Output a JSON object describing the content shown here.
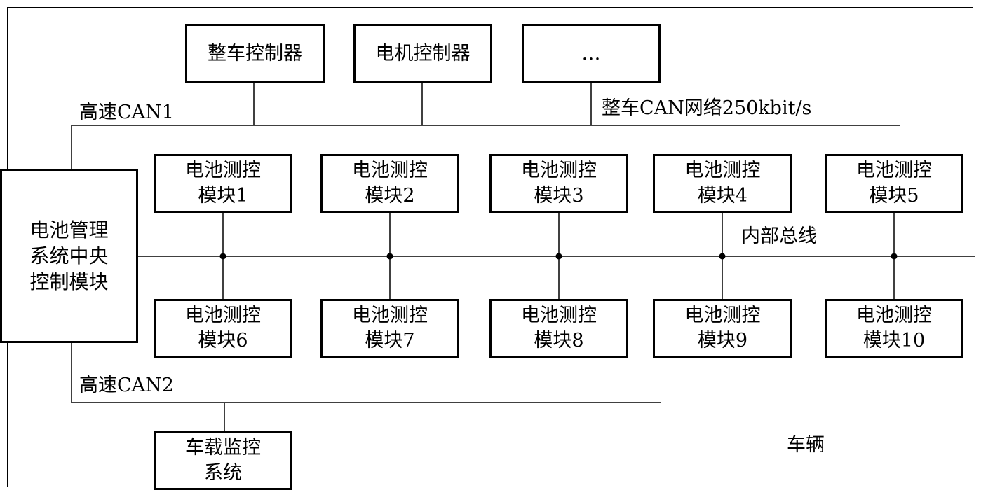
{
  "top_nodes": [
    {
      "label": "整车控制器"
    },
    {
      "label": "电机控制器"
    },
    {
      "label": "…"
    }
  ],
  "bms_central": {
    "lines": [
      "电池管理",
      "系统中央",
      "控制模块"
    ]
  },
  "modules_top": [
    {
      "line1": "电池测控",
      "line2": "模块1"
    },
    {
      "line1": "电池测控",
      "line2": "模块2"
    },
    {
      "line1": "电池测控",
      "line2": "模块3"
    },
    {
      "line1": "电池测控",
      "line2": "模块4"
    },
    {
      "line1": "电池测控",
      "line2": "模块5"
    }
  ],
  "modules_bottom": [
    {
      "line1": "电池测控",
      "line2": "模块6"
    },
    {
      "line1": "电池测控",
      "line2": "模块7"
    },
    {
      "line1": "电池测控",
      "line2": "模块8"
    },
    {
      "line1": "电池测控",
      "line2": "模块9"
    },
    {
      "line1": "电池测控",
      "line2": "模块10"
    }
  ],
  "monitor": {
    "line1": "车载监控",
    "line2": "系统"
  },
  "labels": {
    "can1": "高速CAN1",
    "vehicle_can": "整车CAN网络250kbit/s",
    "internal_bus": "内部总线",
    "can2": "高速CAN2",
    "vehicle": "车辆"
  }
}
